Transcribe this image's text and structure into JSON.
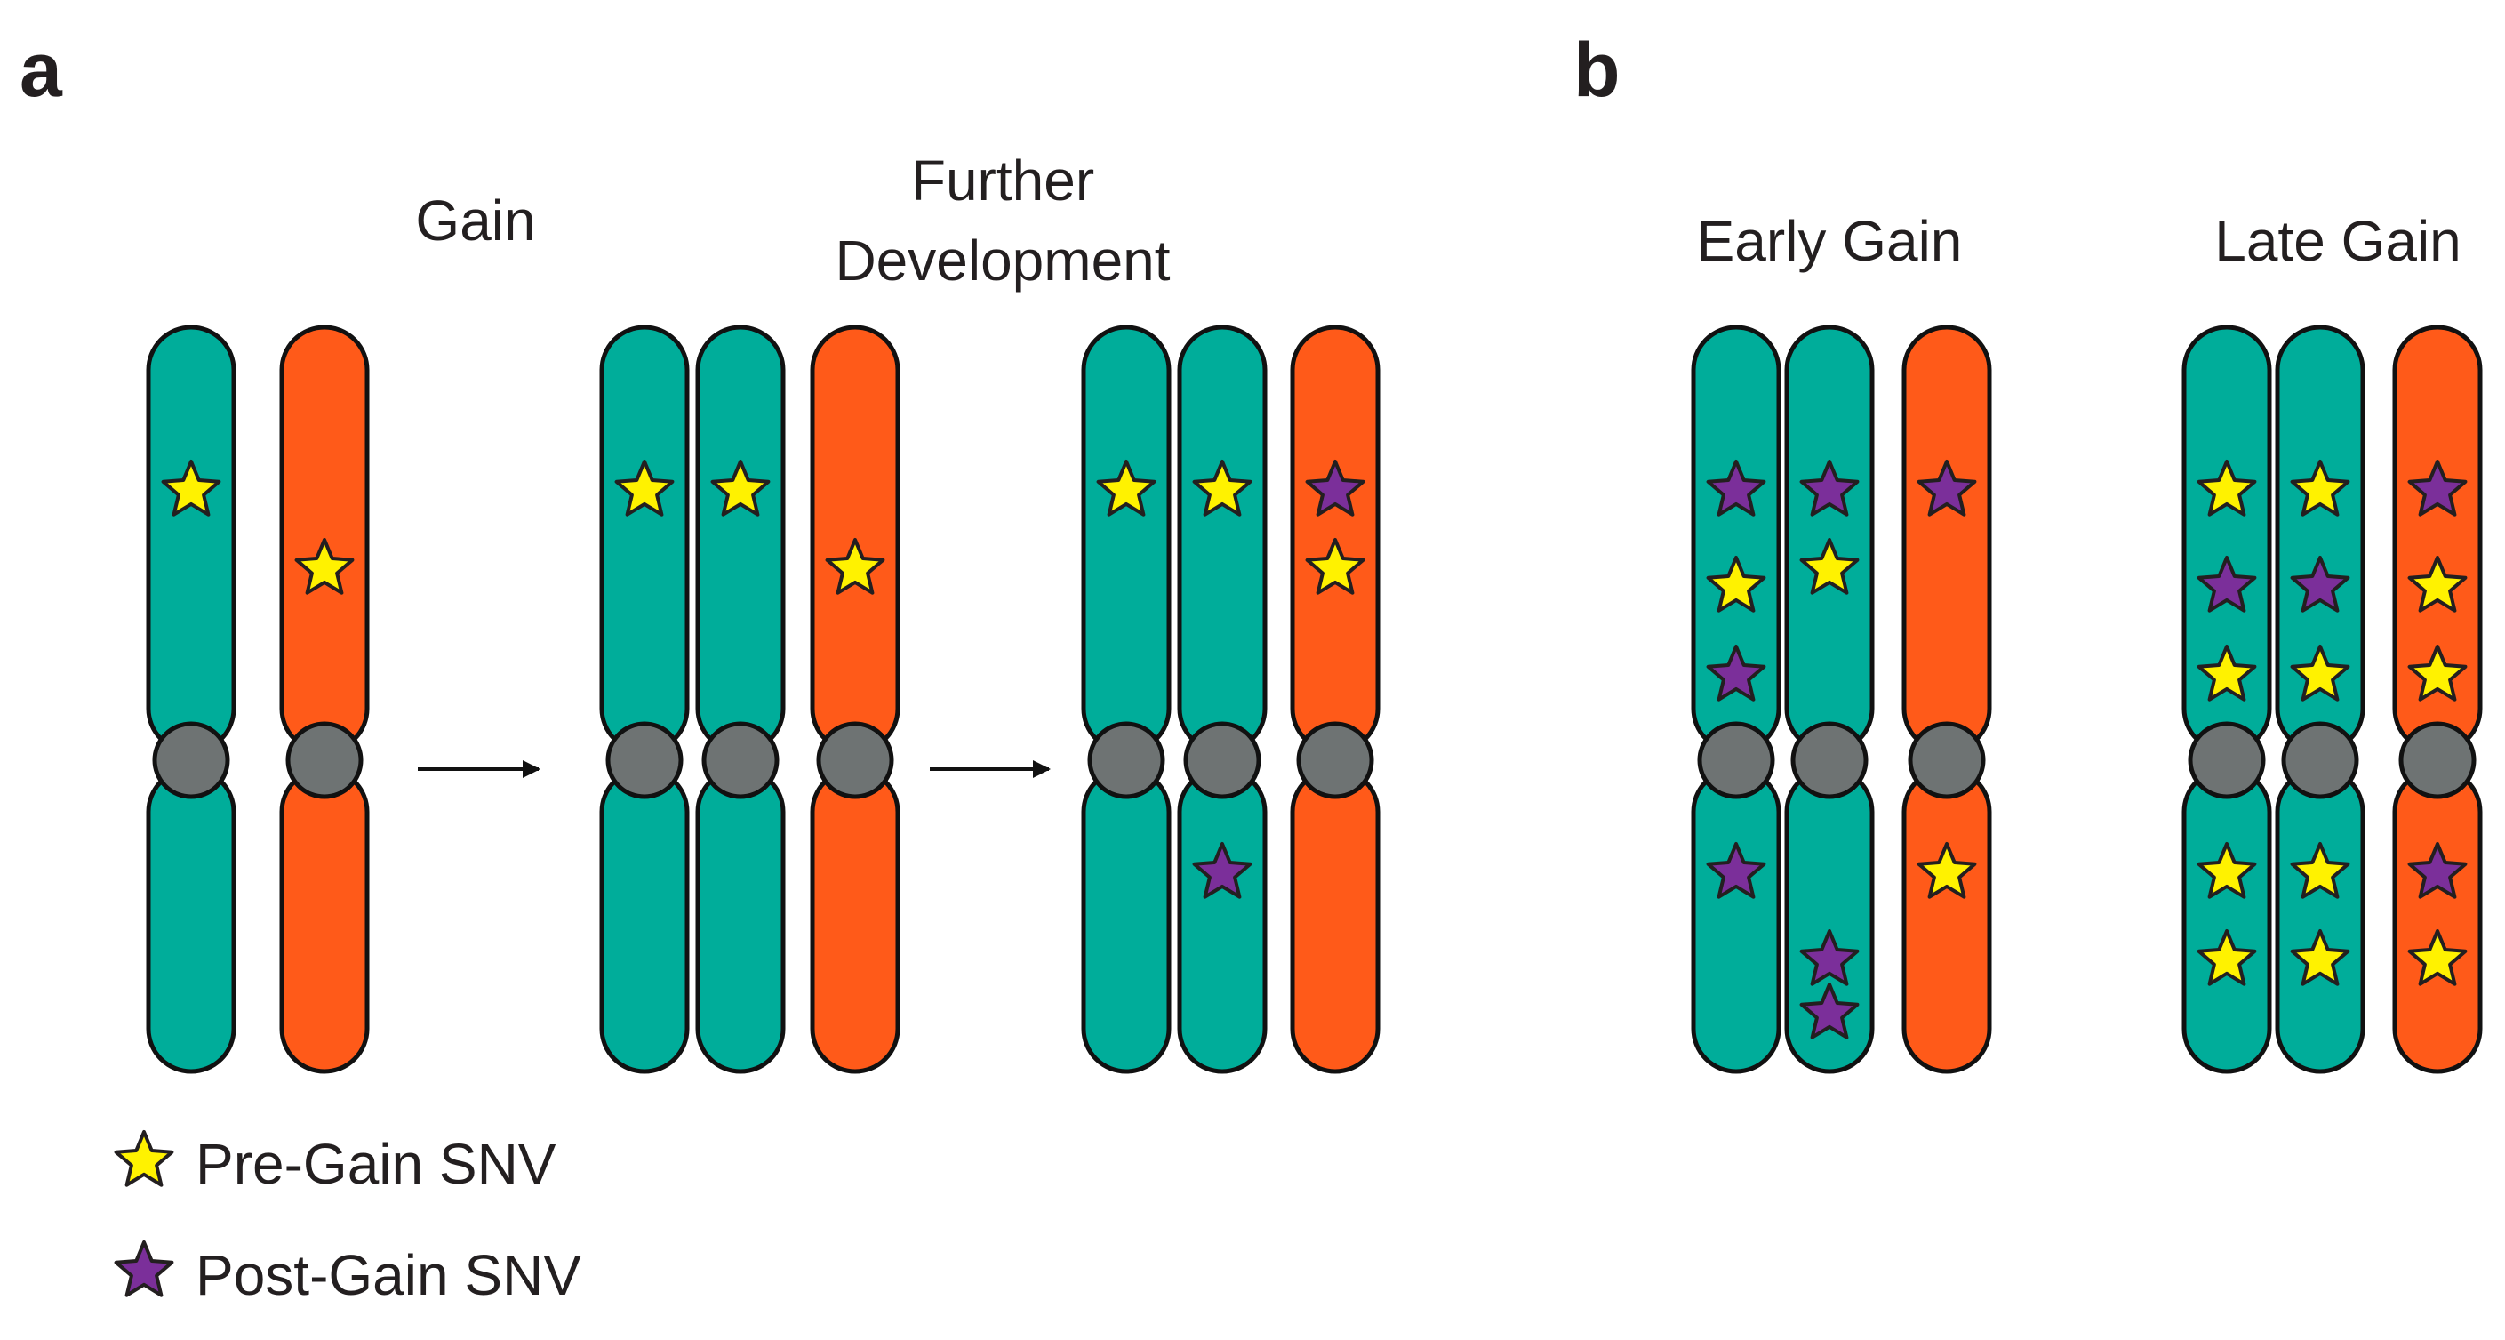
{
  "colors": {
    "teal_chromosome": "#00ad9a",
    "orange_chromosome": "#ff5a19",
    "centromere": "#6e7373",
    "pre_gain_star": "#fff200",
    "post_gain_star": "#7b2f9a",
    "outline": "#111111"
  },
  "panel_a": {
    "letter": "a",
    "gain_label": "Gain",
    "further_label_line1": "Further",
    "further_label_line2": "Development"
  },
  "panel_b": {
    "letter": "b",
    "early_label": "Early Gain",
    "late_label": "Late Gain"
  },
  "legend": {
    "pre": {
      "label": "Pre-Gain SNV",
      "icon": "yellow-star-icon"
    },
    "post": {
      "label": "Post-Gain SNV",
      "icon": "purple-star-icon"
    }
  },
  "chromosome_sets": [
    {
      "name": "a-before-gain",
      "chromosomes": [
        {
          "color": "teal",
          "snvs": [
            {
              "type": "pre",
              "arm": "top",
              "slot": 0
            }
          ]
        },
        {
          "color": "orange",
          "snvs": [
            {
              "type": "pre",
              "arm": "top",
              "slot": 1
            }
          ]
        }
      ]
    },
    {
      "name": "a-after-gain",
      "chromosomes": [
        {
          "color": "teal",
          "snvs": [
            {
              "type": "pre",
              "arm": "top",
              "slot": 0
            }
          ]
        },
        {
          "color": "teal",
          "snvs": [
            {
              "type": "pre",
              "arm": "top",
              "slot": 0
            }
          ]
        },
        {
          "color": "orange",
          "snvs": [
            {
              "type": "pre",
              "arm": "top",
              "slot": 1
            }
          ]
        }
      ]
    },
    {
      "name": "a-further-development",
      "chromosomes": [
        {
          "color": "teal",
          "snvs": [
            {
              "type": "pre",
              "arm": "top",
              "slot": 0
            }
          ]
        },
        {
          "color": "teal",
          "snvs": [
            {
              "type": "pre",
              "arm": "top",
              "slot": 0
            },
            {
              "type": "post",
              "arm": "bottom",
              "slot": 0
            }
          ]
        },
        {
          "color": "orange",
          "snvs": [
            {
              "type": "post",
              "arm": "top",
              "slot": 0
            },
            {
              "type": "pre",
              "arm": "top",
              "slot": 1
            }
          ]
        }
      ]
    },
    {
      "name": "b-early-gain",
      "chromosomes": [
        {
          "color": "teal",
          "snvs": [
            {
              "type": "post",
              "arm": "top",
              "slot": 0
            },
            {
              "type": "pre",
              "arm": "top",
              "slot": 1
            },
            {
              "type": "post",
              "arm": "top",
              "slot": 2
            },
            {
              "type": "post",
              "arm": "bottom",
              "slot": 0
            }
          ]
        },
        {
          "color": "teal",
          "snvs": [
            {
              "type": "post",
              "arm": "top",
              "slot": 0
            },
            {
              "type": "pre",
              "arm": "top",
              "slot": 1
            },
            {
              "type": "post",
              "arm": "bottom",
              "slot": 1
            },
            {
              "type": "post",
              "arm": "bottom",
              "slot": 2
            }
          ]
        },
        {
          "color": "orange",
          "snvs": [
            {
              "type": "post",
              "arm": "top",
              "slot": 0
            },
            {
              "type": "pre",
              "arm": "bottom",
              "slot": 0
            }
          ]
        }
      ]
    },
    {
      "name": "b-late-gain",
      "chromosomes": [
        {
          "color": "teal",
          "snvs": [
            {
              "type": "pre",
              "arm": "top",
              "slot": 0
            },
            {
              "type": "post",
              "arm": "top",
              "slot": 1
            },
            {
              "type": "pre",
              "arm": "top",
              "slot": 2
            },
            {
              "type": "pre",
              "arm": "bottom",
              "slot": 0
            },
            {
              "type": "pre",
              "arm": "bottom",
              "slot": 1
            }
          ]
        },
        {
          "color": "teal",
          "snvs": [
            {
              "type": "pre",
              "arm": "top",
              "slot": 0
            },
            {
              "type": "post",
              "arm": "top",
              "slot": 1
            },
            {
              "type": "pre",
              "arm": "top",
              "slot": 2
            },
            {
              "type": "pre",
              "arm": "bottom",
              "slot": 0
            },
            {
              "type": "pre",
              "arm": "bottom",
              "slot": 1
            }
          ]
        },
        {
          "color": "orange",
          "snvs": [
            {
              "type": "post",
              "arm": "top",
              "slot": 0
            },
            {
              "type": "pre",
              "arm": "top",
              "slot": 1
            },
            {
              "type": "pre",
              "arm": "top",
              "slot": 2
            },
            {
              "type": "post",
              "arm": "bottom",
              "slot": 0
            },
            {
              "type": "pre",
              "arm": "bottom",
              "slot": 1
            }
          ]
        }
      ]
    }
  ]
}
